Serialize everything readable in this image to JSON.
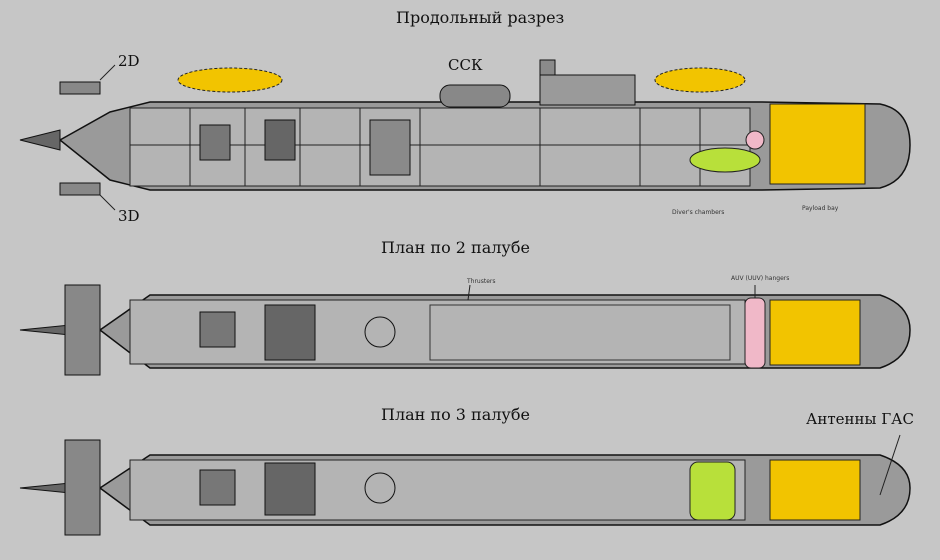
{
  "titles": {
    "section": "Продольный разрез",
    "deck2": "План по 2 палубе",
    "deck3": "План по 3 палубе"
  },
  "labels": {
    "rudder_2d": "2D",
    "rudder_3d": "3D",
    "rescue_vehicle": "ССК",
    "sonar_antennas": "Антенны ГАС",
    "divers_chambers": "Diver's chambers",
    "payload_bay": "Payload bay",
    "thrusters": "Thrusters",
    "auv_hangers": "AUV (UUV) hangers"
  },
  "colors": {
    "background": "#c6c6c6",
    "hull": "#9a9a9a",
    "payload": "#f2c400",
    "divers": "#b8e03a",
    "hangers": "#f0b8c8",
    "floats": "#f2c400"
  }
}
